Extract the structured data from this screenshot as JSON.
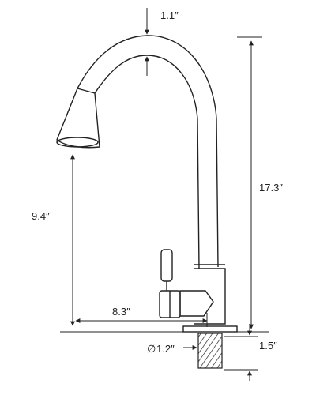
{
  "diagram": {
    "dimensions": {
      "tube_diameter": "1.1″",
      "overall_height": "17.3″",
      "spout_height": "9.4″",
      "spout_reach": "8.3″",
      "mount_hole": "1.2″",
      "shank_length": "1.5″"
    },
    "diameter_symbol": "∅",
    "colors": {
      "line": "#222222",
      "background": "#ffffff"
    }
  }
}
